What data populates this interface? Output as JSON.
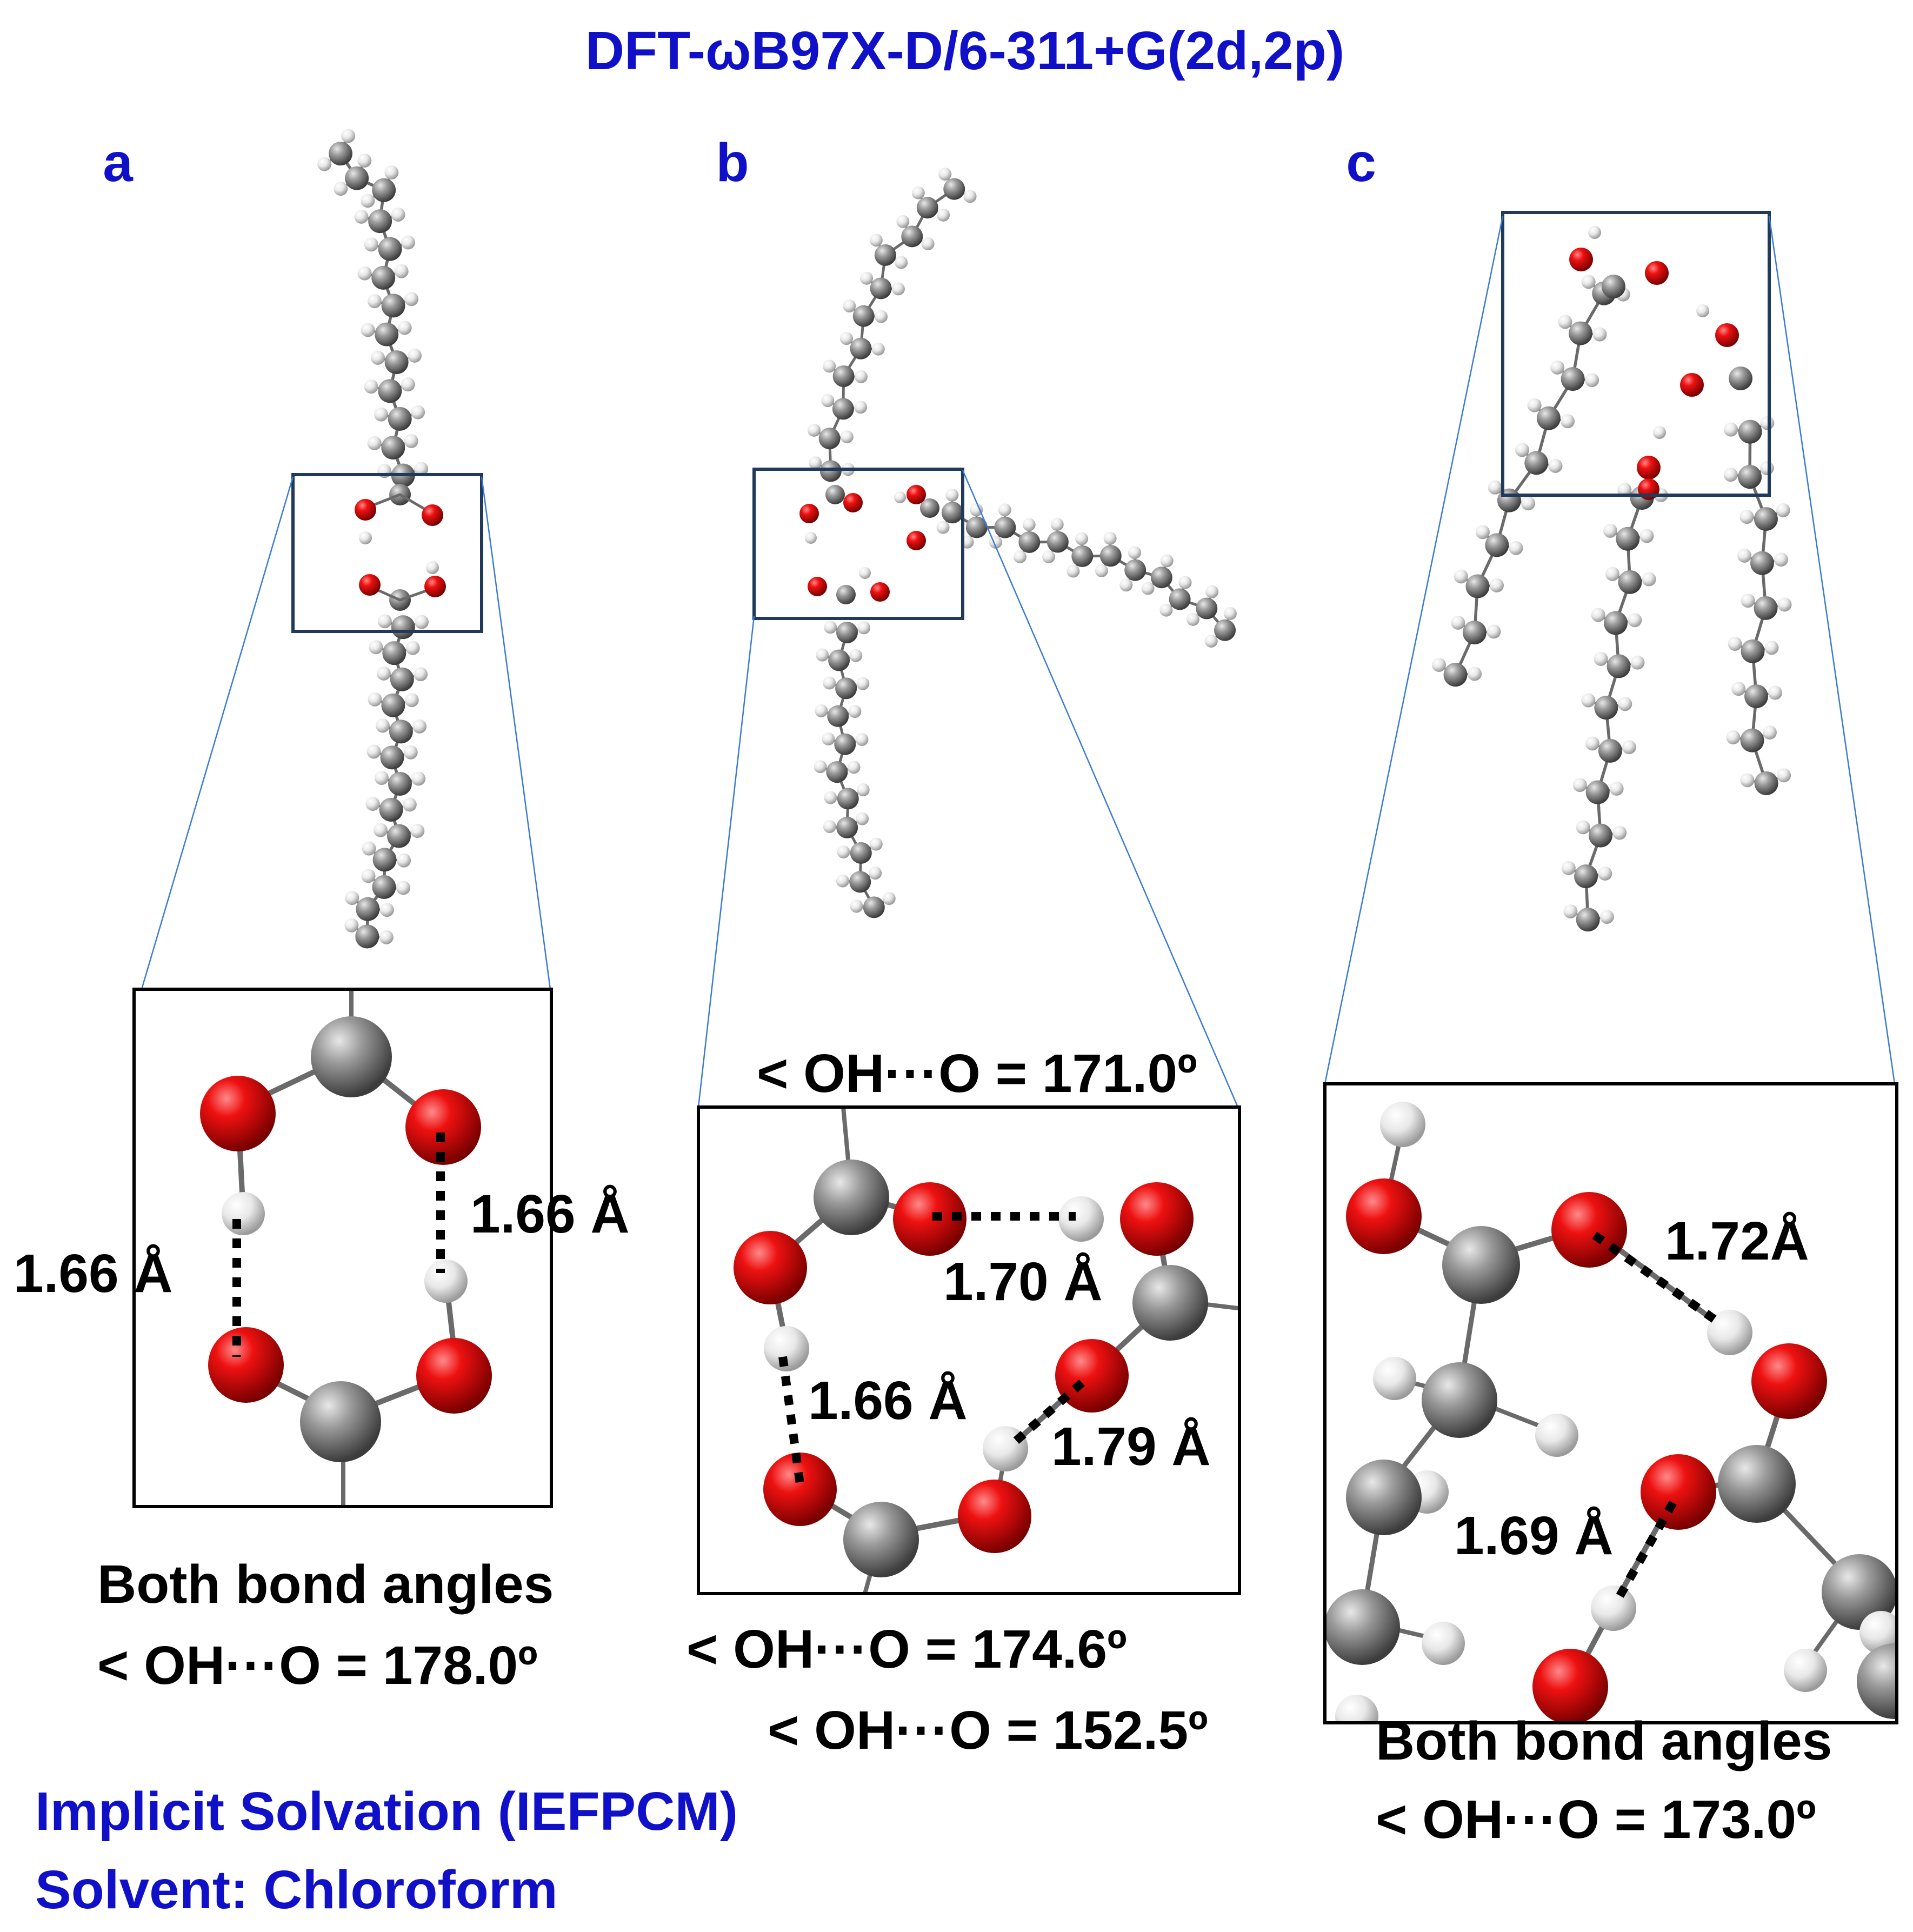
{
  "title": "DFT-ωB97X-D/6-311+G(2d,2p)",
  "panels": {
    "a": {
      "label": "a",
      "distances": [
        "1.66 Å",
        "1.66 Å"
      ],
      "caption_line1": "Both bond angles",
      "caption_line2": "< OH···O = 178.0º"
    },
    "b": {
      "label": "b",
      "angle_top": "< OH···O = 171.0º",
      "distances": [
        "1.70 Å",
        "1.66 Å",
        "1.79 Å"
      ],
      "angle_bottom1": "< OH···O = 174.6º",
      "angle_bottom2": "< OH···O = 152.5º"
    },
    "c": {
      "label": "c",
      "distances": [
        "1.72Å",
        "1.69 Å"
      ],
      "caption_line1": "Both bond angles",
      "caption_line2": "< OH···O = 173.0º"
    }
  },
  "footer": {
    "line1": "Implicit Solvation (IEFPCM)",
    "line2": "Solvent: Chloroform"
  },
  "colors": {
    "blue_text": "#1010c8",
    "oxygen": "#e00000",
    "carbon": "#808080",
    "hydrogen": "#e6e6e6",
    "zoom_line": "#3a7bd5",
    "select_box": "#1f3a5a"
  }
}
